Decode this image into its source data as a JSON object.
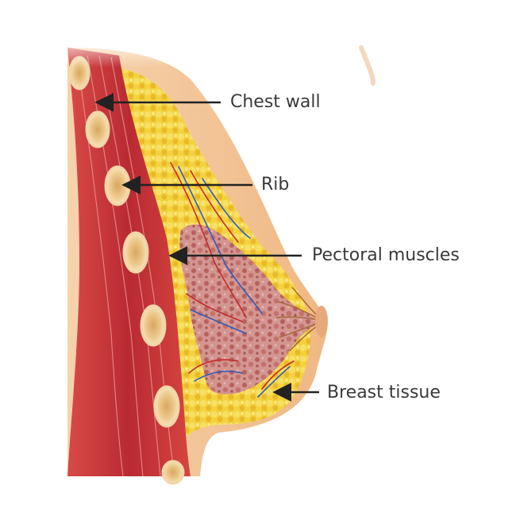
{
  "labels": {
    "chest_wall": "Chest wall",
    "rib": "Rib",
    "pectoral_muscles": "Pectoral muscles",
    "breast_tissue": "Breast tissue"
  },
  "colors": {
    "skin": "#f4c99a",
    "fat": "#f2cf3a",
    "muscle": "#c8343a",
    "rib": "#e8c07a",
    "gland": "#c97f7a",
    "arrow": "#222222",
    "label_text": "#3a3a3a"
  }
}
